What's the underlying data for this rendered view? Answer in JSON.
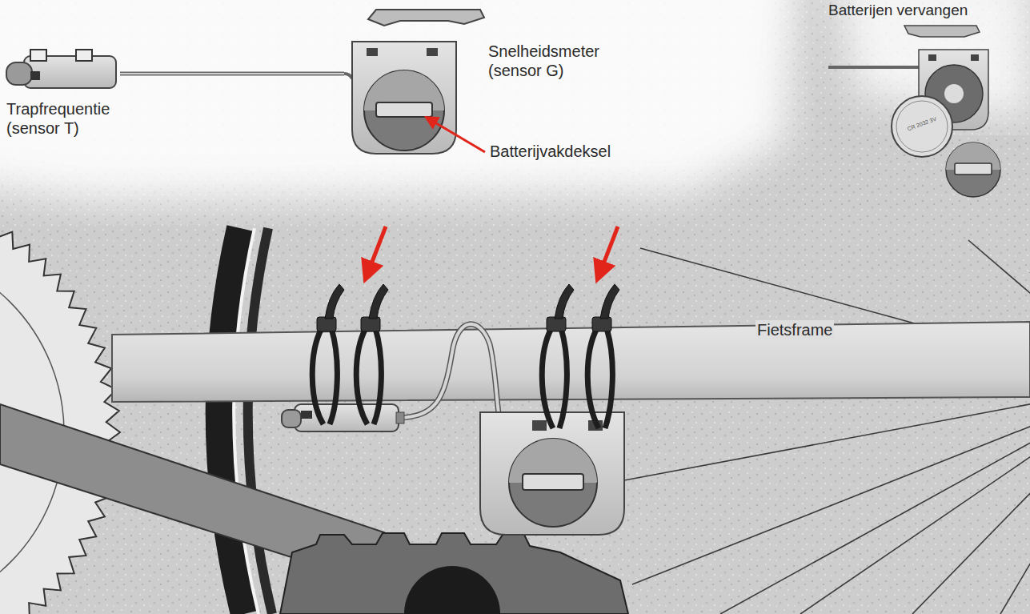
{
  "diagram": {
    "labels": [
      "Trapfrequentie (sensor T)",
      "Snelheidsmeter (sensor G)",
      "Batterijvakdeksel",
      "Fietsframe",
      "Batterijen vervangen",
      "CR 2032 3V"
    ]
  }
}
